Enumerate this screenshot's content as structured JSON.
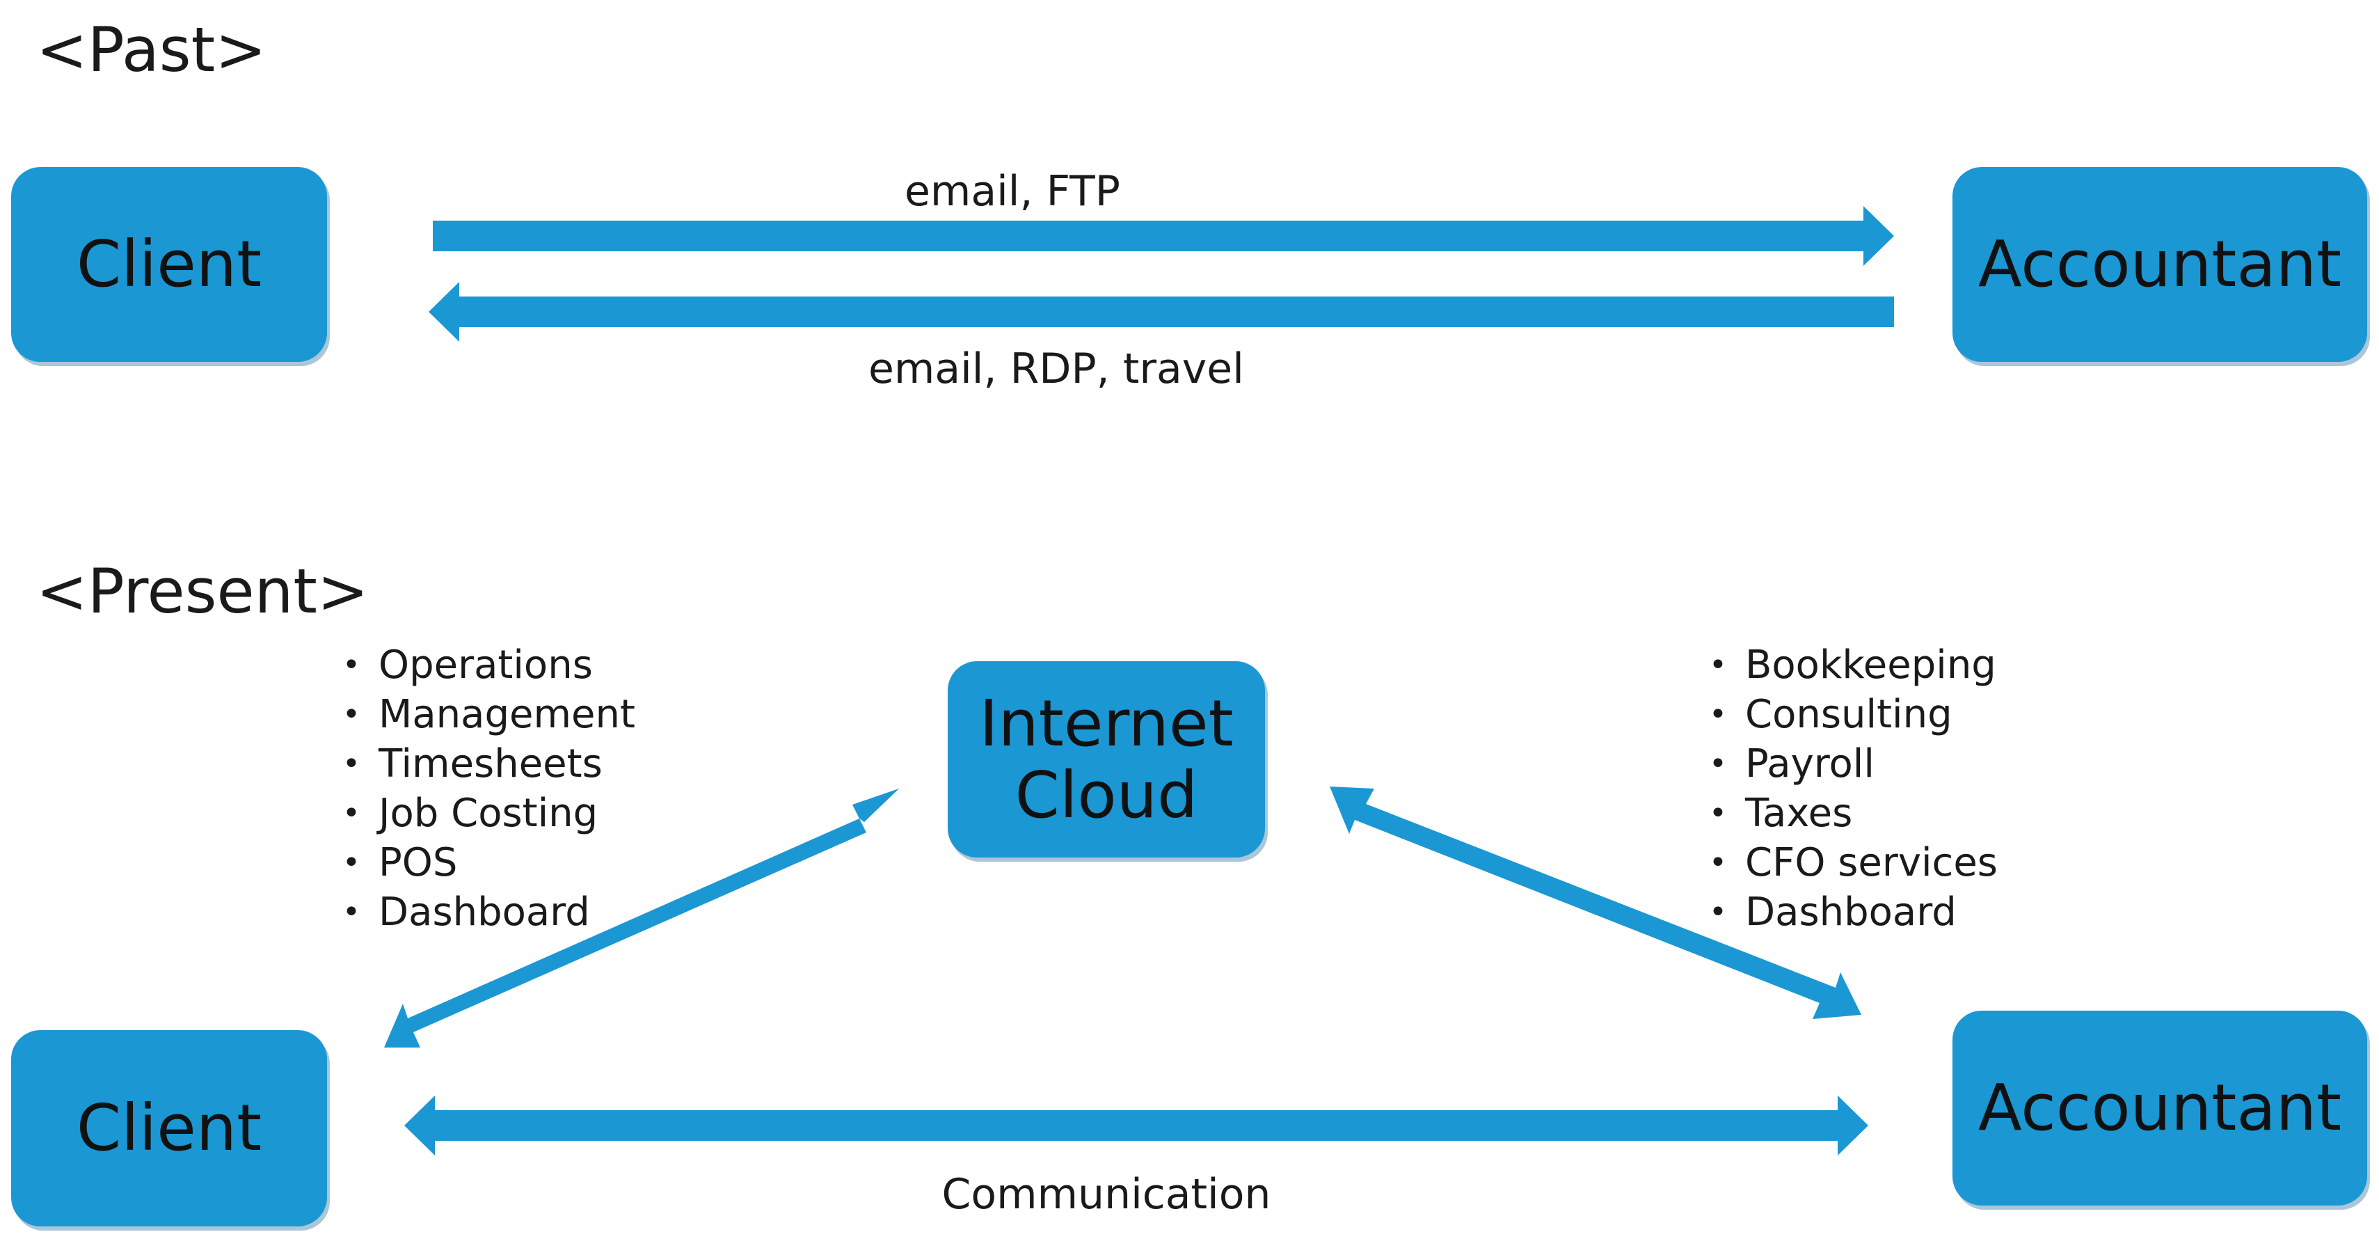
{
  "past": {
    "title": "<Past>",
    "client_label": "Client",
    "accountant_label": "Accountant",
    "to_accountant_label": "email,  FTP",
    "to_client_label": "email,  RDP,  travel"
  },
  "present": {
    "title": "<Present>",
    "cloud_label_line1": "Internet",
    "cloud_label_line2": "Cloud",
    "client_label": "Client",
    "accountant_label": "Accountant",
    "client_functions": [
      "Operations",
      "Management",
      "Timesheets",
      "Job Costing",
      "POS",
      "Dashboard"
    ],
    "accountant_functions": [
      "Bookkeeping",
      "Consulting",
      "Payroll",
      "Taxes",
      "CFO services",
      "Dashboard"
    ],
    "communication_label": "Communication"
  },
  "colors": {
    "node_fill": "#1b97d4",
    "arrow": "#1b97d4",
    "text": "#1a1a1a"
  }
}
